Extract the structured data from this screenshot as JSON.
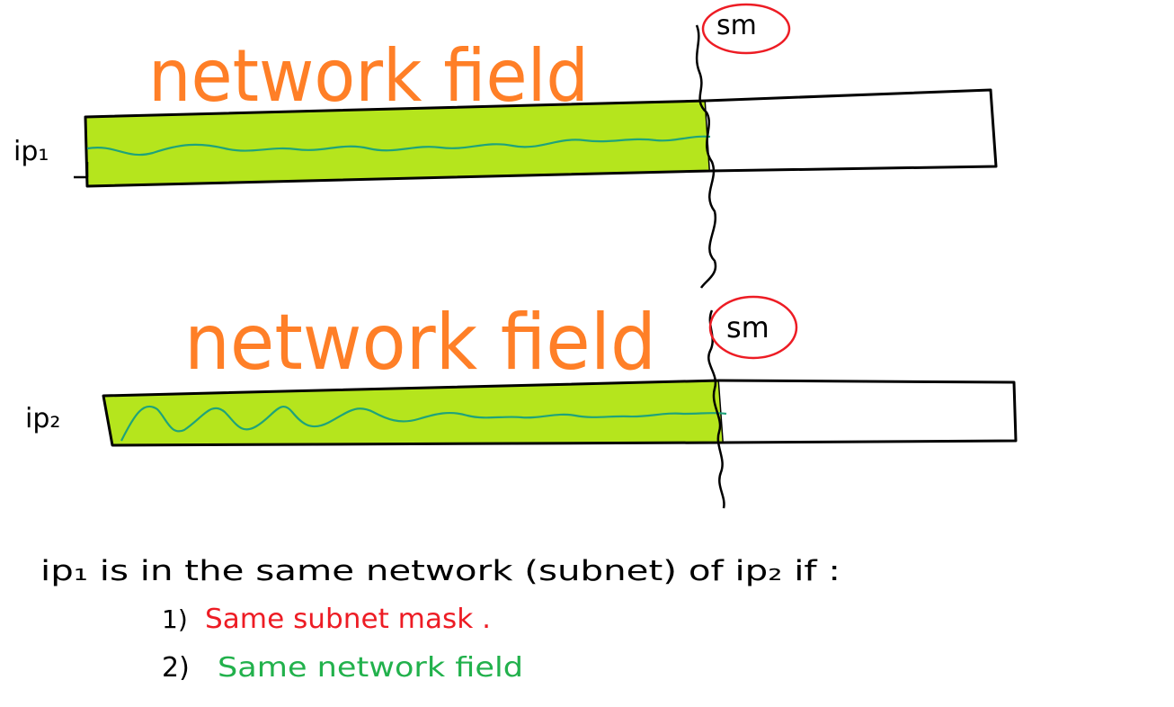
{
  "rows": [
    {
      "ip_label": "ip₁",
      "field_label": "network field",
      "mask_label": "sm"
    },
    {
      "ip_label": "ip₂",
      "field_label": "network field",
      "mask_label": "sm"
    }
  ],
  "notes": {
    "condition": "ip₁ is in the same network (subnet) of ip₂ if :",
    "item1_number": "1)",
    "item1_text": "Same subnet mask .",
    "item2_number": "2)",
    "item2_text": "Same network field"
  },
  "colors": {
    "network_fill": "#b5e51d",
    "orange": "#ff7f27",
    "red": "#ed1c24",
    "green": "#22b14c",
    "ink": "#000000",
    "wave": "#1fa37a"
  }
}
